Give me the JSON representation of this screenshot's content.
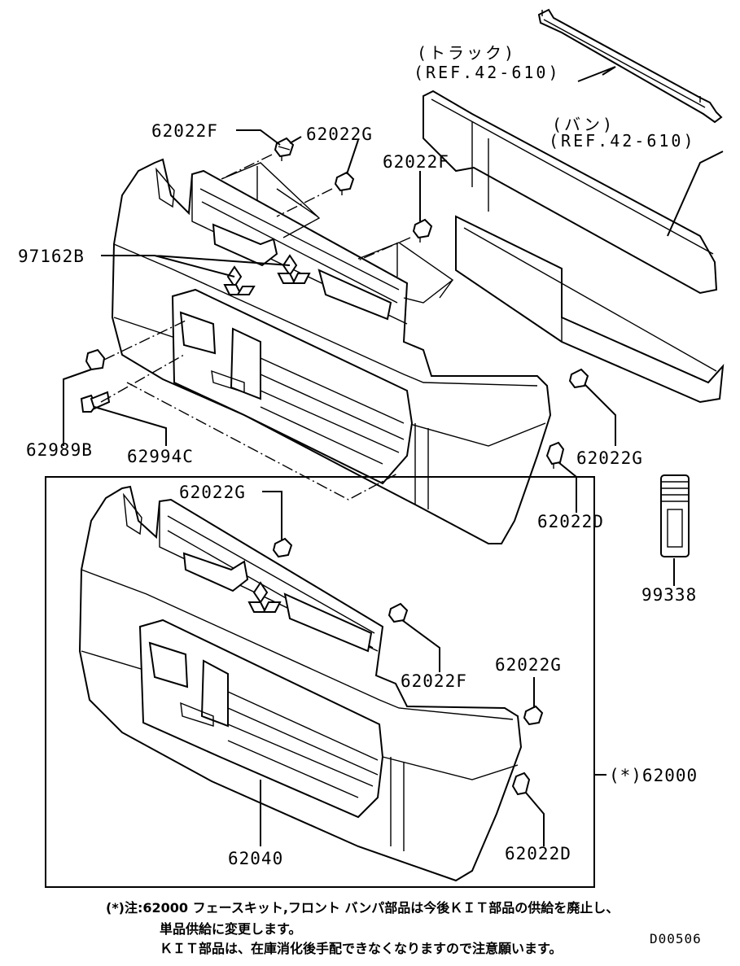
{
  "diagram": {
    "refs": {
      "truck_label": "(トラック)",
      "truck_ref": "(REF.42-610)",
      "van_label": "(バン)",
      "van_ref": "(REF.42-610)"
    },
    "labels": {
      "p62022F_a": "62022F",
      "p62022G_a": "62022G",
      "p62022F_b": "62022F",
      "p97162B": "97162B",
      "p62989B": "62989B",
      "p62994C": "62994C",
      "p62022G_b": "62022G",
      "p62022D_a": "62022D",
      "p99338": "99338",
      "p62022G_c": "62022G",
      "p62022F_c": "62022F",
      "p62022G_d": "62022G",
      "p62000": "(*)62000",
      "p62040": "62040",
      "p62022D_b": "62022D"
    },
    "note": {
      "line1": "(*)注:62000 フェースキット,フロント バンパ部品は今後ＫＩＴ部品の供給を廃止し、",
      "line2": "単品供給に変更します。",
      "line3": "ＫＩＴ部品は、在庫消化後手配できなくなりますので注意願います。"
    },
    "code": "D00506"
  }
}
